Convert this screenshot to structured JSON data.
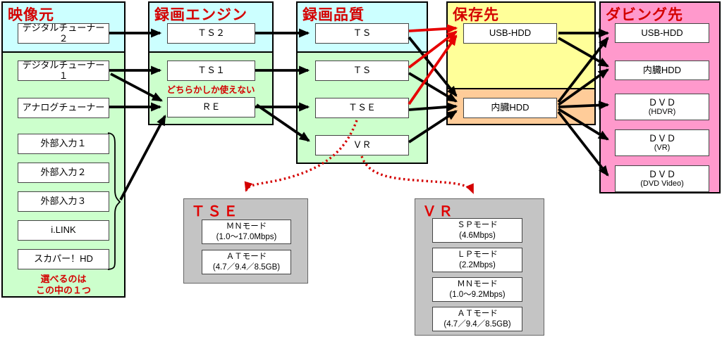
{
  "source": {
    "title": "映像元",
    "items": [
      "デジタルチューナー２",
      "デジタルチューナー１",
      "アナログチューナー",
      "外部入力１",
      "外部入力２",
      "外部入力３",
      "i.LINK",
      "スカパー！HD"
    ],
    "note_line1": "選べるのは",
    "note_line2": "この中の１つ"
  },
  "engine": {
    "title": "録画エンジン",
    "items": [
      "ＴＳ２",
      "ＴＳ１",
      "ＲＥ"
    ],
    "note": "どちらかしか使えない"
  },
  "quality": {
    "title": "録画品質",
    "items": [
      "ＴＳ",
      "ＴＳ",
      "ＴＳＥ",
      "ＶＲ"
    ]
  },
  "save": {
    "title": "保存先",
    "items": [
      "USB-HDD",
      "内臓HDD"
    ]
  },
  "dub": {
    "title": "ダビング先",
    "items": [
      {
        "label": "USB-HDD",
        "sub": ""
      },
      {
        "label": "内臓HDD",
        "sub": ""
      },
      {
        "label": "ＤＶＤ",
        "sub": "(HDVR)"
      },
      {
        "label": "ＤＶＤ",
        "sub": "(VR)"
      },
      {
        "label": "ＤＶＤ",
        "sub": "(DVD Video)"
      }
    ]
  },
  "tse_panel": {
    "title": "ＴＳＥ",
    "modes": [
      {
        "name": "ＭＮモード",
        "detail": "(1.0～17.0Mbps)"
      },
      {
        "name": "ＡＴモード",
        "detail": "(4.7／9.4／8.5GB)"
      }
    ]
  },
  "vr_panel": {
    "title": "ＶＲ",
    "modes": [
      {
        "name": "ＳＰモード",
        "detail": "(4.6Mbps)"
      },
      {
        "name": "ＬＰモード",
        "detail": "(2.2Mbps)"
      },
      {
        "name": "ＭＮモード",
        "detail": "(1.0～9.2Mbps)"
      },
      {
        "name": "ＡＴモード",
        "detail": "(4.7／9.4／8.5GB)"
      }
    ]
  },
  "colors": {
    "header_cyan": "#CCFFFF",
    "body_green": "#CCFFCC",
    "save_yellow": "#FFFF99",
    "save_orange": "#FFCC99",
    "dub_pink": "#FF99CC",
    "panel_gray": "#C4C4C4",
    "title_red": "#D40000",
    "arrow_black": "#000000",
    "arrow_red": "#E60000"
  }
}
